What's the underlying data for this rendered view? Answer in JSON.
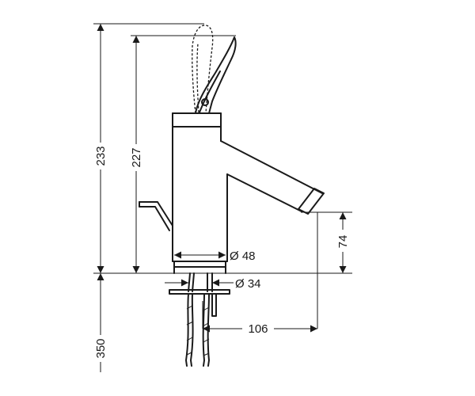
{
  "dimensions": {
    "overall_height": "233",
    "spout_height": "227",
    "body_diameter": "Ø 48",
    "tail_diameter": "Ø 34",
    "outlet_clearance": "74",
    "projection": "106",
    "supply_length": "350"
  }
}
